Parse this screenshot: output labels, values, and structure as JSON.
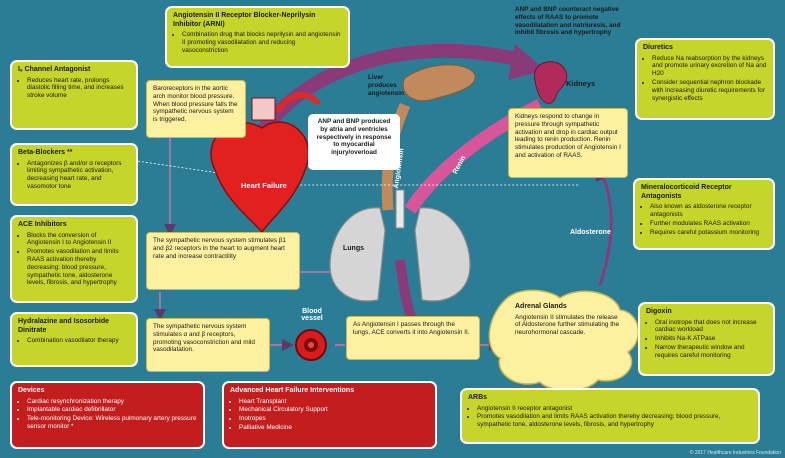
{
  "colors": {
    "background": "#2b7d96",
    "green_box": "#c5d52a",
    "red_box": "#c41d1d",
    "yellow_box": "#fdf0a0",
    "arrow_purple": "#8a3a78",
    "arrow_tan": "#c08a5c",
    "arrow_pink": "#d8559a"
  },
  "icons": [
    "heart-icon",
    "kidney-icon",
    "liver-icon",
    "lungs-icon",
    "blood-vessel-icon"
  ],
  "boxes": {
    "arni": {
      "title": "Angiotensin II Receptor Blocker-Neprilysin Inhibitor (ARNI)",
      "items": [
        "Combination drug that blocks neprilysin and angiotensin II promoting vasodilatation and reducing vasoconstriction"
      ]
    },
    "if_channel": {
      "title": "Iₑ Channel Antagonist",
      "items": [
        "Reduces heart rate, prolongs diastolic filling time, and increases stroke volume"
      ]
    },
    "beta": {
      "title": "Beta-Blockers **",
      "items": [
        "Antagonizes β and/or α receptors limiting sympathetic activation, decreasing heart rate, and vasomotor tone"
      ]
    },
    "ace": {
      "title": "ACE Inhibitors",
      "items": [
        "Blocks the conversion of Angiotensin I to Angiotensin II",
        "Promotes vasodilation and limits RAAS activation thereby decreasing: blood pressure, sympathetic tone, aldosterone levels, fibrosis, and hypertrophy"
      ]
    },
    "hydralazine": {
      "title": "Hydralazine and Isosorbide Dinitrate",
      "items": [
        "Combination vasodilator therapy"
      ]
    },
    "devices": {
      "title": "Devices",
      "items": [
        "Cardiac resynchronization therapy",
        "Implantable cardiac defibrillator",
        "Tele-monitoring Device: Wireless pulmonary artery pressure sensor monitor *"
      ]
    },
    "advanced": {
      "title": "Advanced Heart Failure Interventions",
      "items": [
        "Heart Transplant",
        "Mechanical Circulatory Support",
        "Inotropes",
        "Palliative Medicine"
      ]
    },
    "diuretics": {
      "title": "Diuretics",
      "items": [
        "Reduce Na reabsorption by the kidneys and promote urinary excretion of Na and H20",
        "Consider sequential nephron blockade with increasing diuretic requirements for synergistic effects"
      ]
    },
    "mra": {
      "title": "Mineralocorticoid Receptor Antagonists",
      "items": [
        "Also known as aldosterone receptor antagonists",
        "Further modulates RAAS activation",
        "Requires careful potassium monitoring"
      ]
    },
    "digoxin": {
      "title": "Digoxin",
      "items": [
        "Oral inotrope that does not increase cardiac workload",
        "Inhibits Na-K ATPase",
        "Narrow therapeutic window and requires careful monitoring"
      ]
    },
    "arbs": {
      "title": "ARBs",
      "items": [
        "Angiotensin II receptor antagonist",
        "Promotes vasodilation and limits RAAS activation thereby decreasing: blood pressure, sympathetic tone, aldosterone levels, fibrosis, and hypertrophy"
      ]
    }
  },
  "process": {
    "baroreceptors": "Baroreceptors in the aortic arch monitor blood pressure. When blood pressure falls the sympathetic nervous system is triggered.",
    "symp_beta": "The sympathetic nervous system stimulates β1 and β2 receptors in the heart to augment heart rate and increase contractility",
    "symp_alpha": "The sympathetic nervous system stimulates α and β receptors, promoting vasoconstriction and mild vasodilatation.",
    "angiotensin_lungs": "As Angiotensin I passes through the lungs, ACE converts it into Angiotensin II.",
    "kidneys_respond": "Kidneys respond to change in pressure through sympathetic activation and drop in cardiac output leading to renin production. Renin stimulates production of Angiotensin I and activation of RAAS.",
    "anp_bnp_top": "ANP and BNP counteract negative effects of RAAS to promote vasodilatation and natriuresis, and inhibit fibrosis and hypertrophy",
    "anp_bnp_mid": "ANP and BNP produced by atria and ventricles respectively in response to myocardial injury/overload",
    "liver": "Liver produces angiotensin",
    "adrenal_title": "Adrenal Glands",
    "adrenal_text": "Angiotensin II stimulates the release of Aldosterone further stimulating the neurohormonal cascade."
  },
  "labels": {
    "heart_failure": "Heart Failure",
    "kidneys": "Kidneys",
    "lungs": "Lungs",
    "blood_vessel": "Blood vessel",
    "aldosterone": "Aldosterone",
    "angiotensin": "Angiotensin",
    "renin": "Renin"
  },
  "credit": "© 2017 Healthcare Industries Foundation"
}
